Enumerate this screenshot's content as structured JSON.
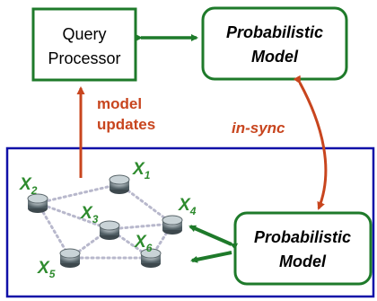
{
  "query_processor": {
    "line1": "Query",
    "line2": "Processor"
  },
  "model_top": {
    "line1": "Probabilistic",
    "line2": "Model"
  },
  "model_bottom": {
    "line1": "Probabilistic",
    "line2": "Model"
  },
  "labels": {
    "model_updates_1": "model",
    "model_updates_2": "updates",
    "in_sync": "in-sync"
  },
  "nodes": [
    {
      "id": "x1",
      "letter": "X",
      "sub": "1"
    },
    {
      "id": "x2",
      "letter": "X",
      "sub": "2"
    },
    {
      "id": "x3",
      "letter": "X",
      "sub": "3"
    },
    {
      "id": "x4",
      "letter": "X",
      "sub": "4"
    },
    {
      "id": "x5",
      "letter": "X",
      "sub": "5"
    },
    {
      "id": "x6",
      "letter": "X",
      "sub": "6"
    }
  ],
  "colors": {
    "green": "#1e7a2a",
    "orange": "#c8451e",
    "blue": "#1010a8",
    "node_label": "#2e8b2e",
    "dotted_link": "#b8b8cc"
  }
}
